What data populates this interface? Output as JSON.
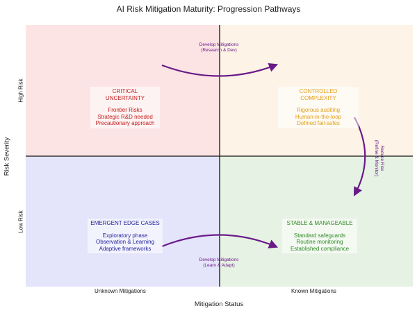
{
  "title": "AI Risk Mitigation Maturity: Progression Pathways",
  "axes": {
    "x_label": "Mitigation Status",
    "y_label": "Risk Severity",
    "x_categories": [
      "Unknown Mitigations",
      "Known Mitigations"
    ],
    "y_categories": [
      "High Risk",
      "Low Risk"
    ]
  },
  "quadrants": {
    "top_left": {
      "heading": "CRITICAL UNCERTAINTY",
      "lines": [
        "Frontier Risks",
        "Strategic R&D needed",
        "Precautionary approach"
      ],
      "color": "#c21d1d"
    },
    "top_right": {
      "heading": "CONTROLLED COMPLEXITY",
      "lines": [
        "Rigorous auditing",
        "Human-in-the-loop",
        "Defined fail-safes"
      ],
      "color": "#e0a11a"
    },
    "bottom_left": {
      "heading": "EMERGENT EDGE CASES",
      "lines": [
        "Exploratory phase",
        "Observation & Learning",
        "Adaptive frameworks"
      ],
      "color": "#1f1f9c"
    },
    "bottom_right": {
      "heading": "STABLE & MANAGEABLE",
      "lines": [
        "Standard safeguards",
        "Routine monitoring",
        "Established compliance"
      ],
      "color": "#2e8a24"
    }
  },
  "pathways": {
    "top": {
      "line1": "Develop Mitigations",
      "line2": "(Research & Dev)"
    },
    "bottom": {
      "line1": "Develop Mitigations",
      "line2": "(Learn & Adapt)"
    },
    "right": {
      "line1": "Reduce Risk",
      "line2": "(Refine & Monitor)"
    },
    "color": "#6a1a88"
  }
}
